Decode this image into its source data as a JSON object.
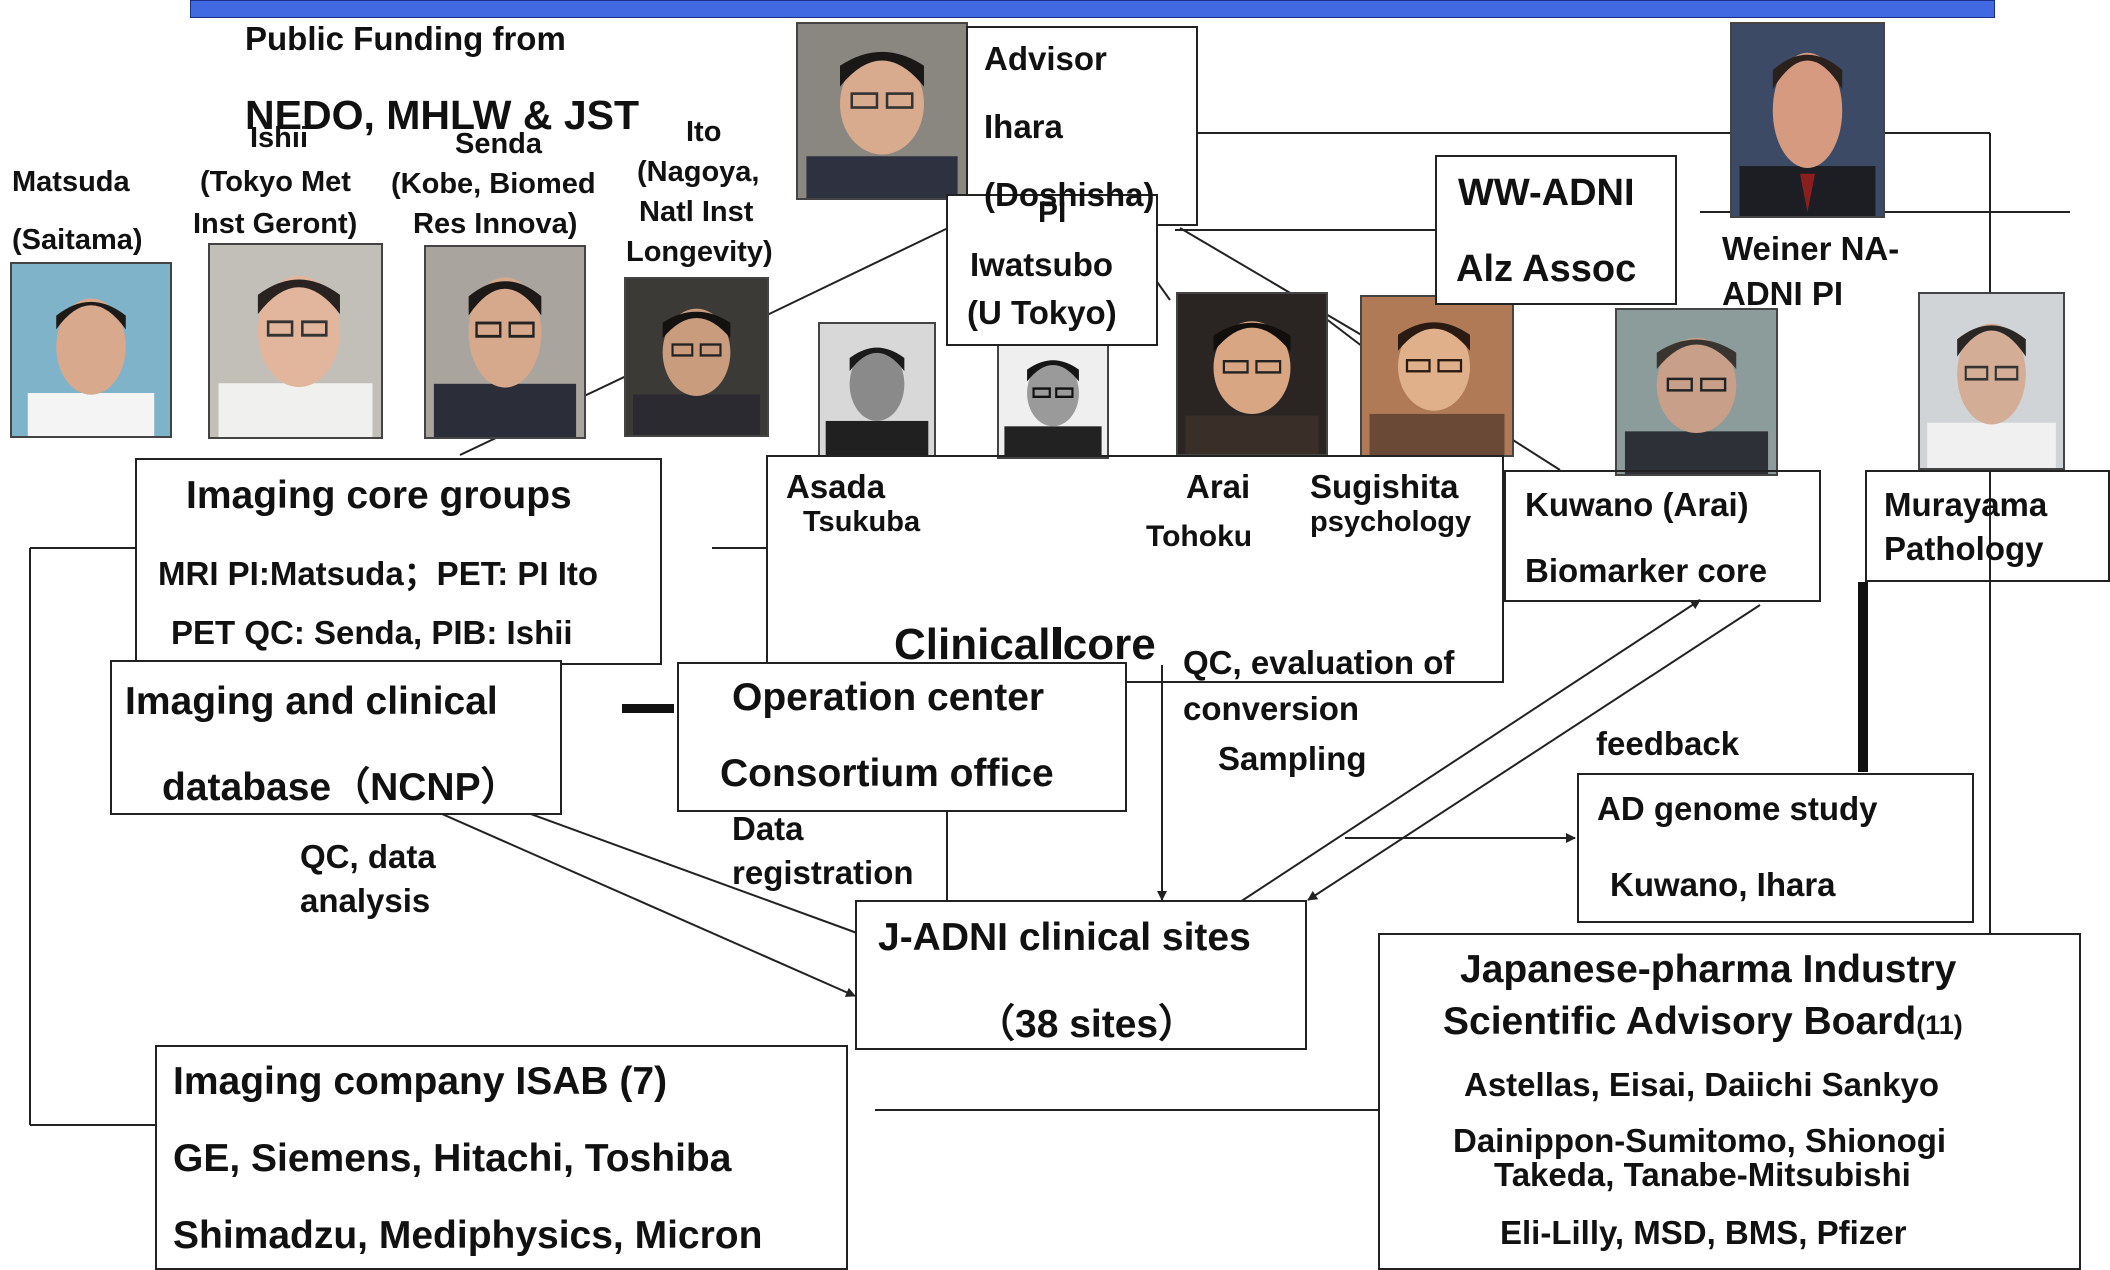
{
  "funding": {
    "line1": "Public Funding from",
    "line2": "NEDO, MHLW & JST"
  },
  "people": {
    "matsuda": {
      "name": "Matsuda",
      "aff": "(Saitama)"
    },
    "ishii": {
      "name": "Ishii",
      "aff1": "(Tokyo Met",
      "aff2": "Inst Geront)"
    },
    "senda": {
      "name": "Senda",
      "aff1": "(Kobe, Biomed",
      "aff2": "Res Innova)"
    },
    "ito": {
      "name": "Ito",
      "aff1": "(Nagoya,",
      "aff2": "Natl Inst",
      "aff3": "Longevity)"
    },
    "advisor": {
      "role": "Advisor",
      "name": "Ihara",
      "aff": "(Doshisha)"
    },
    "pi": {
      "role": "PI",
      "name": "Iwatsubo",
      "aff": "(U Tokyo)"
    },
    "weiner": {
      "line1": "Weiner  NA-",
      "line2": "ADNI PI"
    },
    "asada": {
      "name": "Asada",
      "aff": "Tsukuba"
    },
    "arai": {
      "name": "Arai",
      "aff": "Tohoku"
    },
    "sugishita": {
      "name": "Sugishita",
      "aff": "psychology"
    },
    "murayama": {
      "name": "Murayama",
      "aff": "Pathology"
    }
  },
  "ww_adni": {
    "line1": "WW-ADNI",
    "line2": "Alz Assoc"
  },
  "imaging_core": {
    "title": "Imaging core groups",
    "line1": "MRI PI:Matsuda；PET: PI Ito",
    "line2": "PET QC: Senda, PIB: Ishii"
  },
  "clinical_core": {
    "label": "Clinical core"
  },
  "biomarker_core": {
    "line1": "Kuwano   (Arai)",
    "line2": "Biomarker core"
  },
  "database": {
    "line1": "Imaging and clinical",
    "line2": "database（NCNP）"
  },
  "operation_center": {
    "line1": "Operation center",
    "line2": "Consortium office"
  },
  "qc_eval": {
    "line1": "QC, evaluation of",
    "line2": "conversion",
    "line3": "Sampling"
  },
  "feedback": "feedback",
  "genome": {
    "line1": "AD genome study",
    "line2": "Kuwano, Ihara"
  },
  "qc_data": {
    "line1": "QC, data",
    "line2": "analysis"
  },
  "data_reg": {
    "line1": "Data",
    "line2": "registration"
  },
  "sites": {
    "line1": "J-ADNI clinical sites",
    "line2": "（38 sites）"
  },
  "isab": {
    "title": "Imaging company ISAB (7)",
    "line1": "GE, Siemens, Hitachi, Toshiba",
    "line2": "Shimadzu, Mediphysics, Micron"
  },
  "pharma": {
    "title1": "Japanese-pharma Industry",
    "title2": "Scientific Advisory Board",
    "count": "(11)",
    "line1": "Astellas, Eisai, Daiichi Sankyo",
    "line2": "Dainippon-Sumitomo, Shionogi",
    "line3": "Takeda, Tanabe-Mitsubishi",
    "line4": "Eli-Lilly, MSD, BMS, Pfizer"
  },
  "colors": {
    "top_bar": "#4169e1",
    "line": "#222222"
  }
}
